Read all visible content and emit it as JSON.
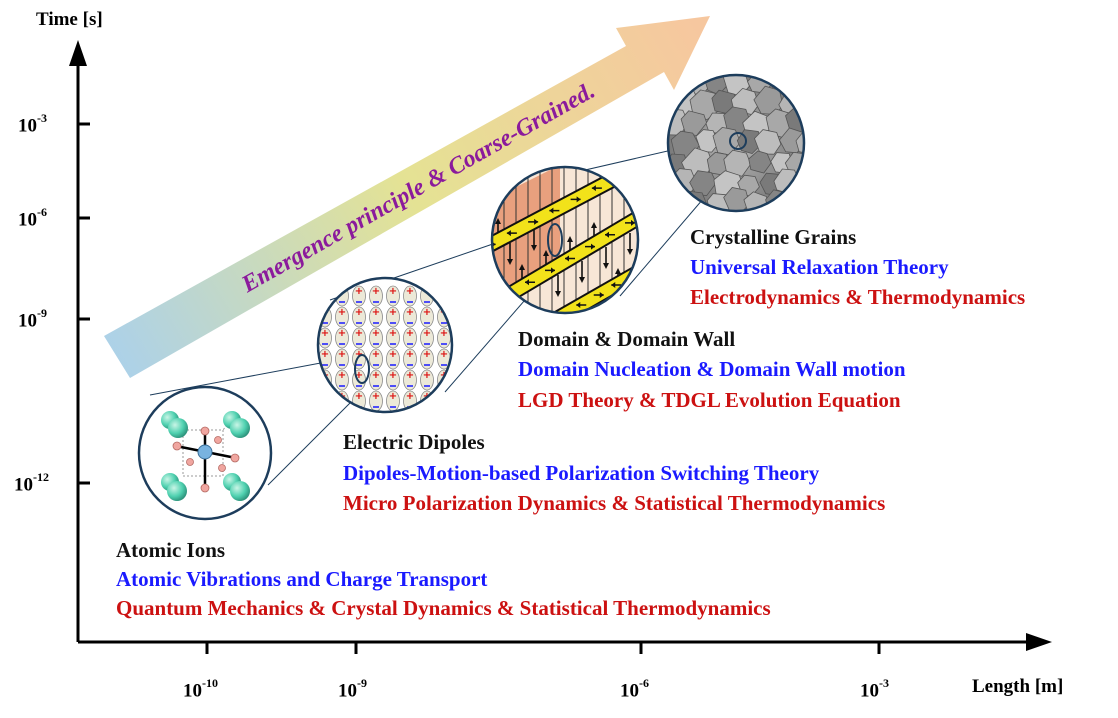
{
  "axes": {
    "y_title": "Time [s]",
    "x_title": "Length [m]",
    "y_ticks": [
      {
        "base": "10",
        "exp": "-3"
      },
      {
        "base": "10",
        "exp": "-6"
      },
      {
        "base": "10",
        "exp": "-9"
      },
      {
        "base": "10",
        "exp": "-12"
      }
    ],
    "x_ticks": [
      {
        "base": "10",
        "exp": "-10"
      },
      {
        "base": "10",
        "exp": "-9"
      },
      {
        "base": "10",
        "exp": "-6"
      },
      {
        "base": "10",
        "exp": "-3"
      }
    ]
  },
  "arrow_text": "Emergence principle & Coarse-Grained.",
  "levels": [
    {
      "title": "Atomic Ions",
      "theory": "Atomic Vibrations and Charge Transport",
      "foundation": "Quantum Mechanics & Crystal Dynamics & Statistical Thermodynamics"
    },
    {
      "title": "Electric Dipoles",
      "theory": "Dipoles-Motion-based Polarization Switching Theory",
      "foundation": "Micro Polarization Dynamics & Statistical Thermodynamics"
    },
    {
      "title": "Domain & Domain Wall",
      "theory": "Domain Nucleation & Domain Wall motion",
      "foundation": "LGD Theory & TDGL Evolution Equation"
    },
    {
      "title": "Crystalline Grains",
      "theory": "Universal Relaxation Theory",
      "foundation": "Electrodynamics & Thermodynamics"
    }
  ],
  "colors": {
    "title": "#111111",
    "theory": "#1a1aff",
    "foundation": "#cc1111",
    "arrow_text": "#8b1a9c",
    "circle_border": "#1d3d5c",
    "arrow_start": "#a9cfe6",
    "arrow_mid": "#e6e08c",
    "arrow_end": "#f5c79a"
  }
}
